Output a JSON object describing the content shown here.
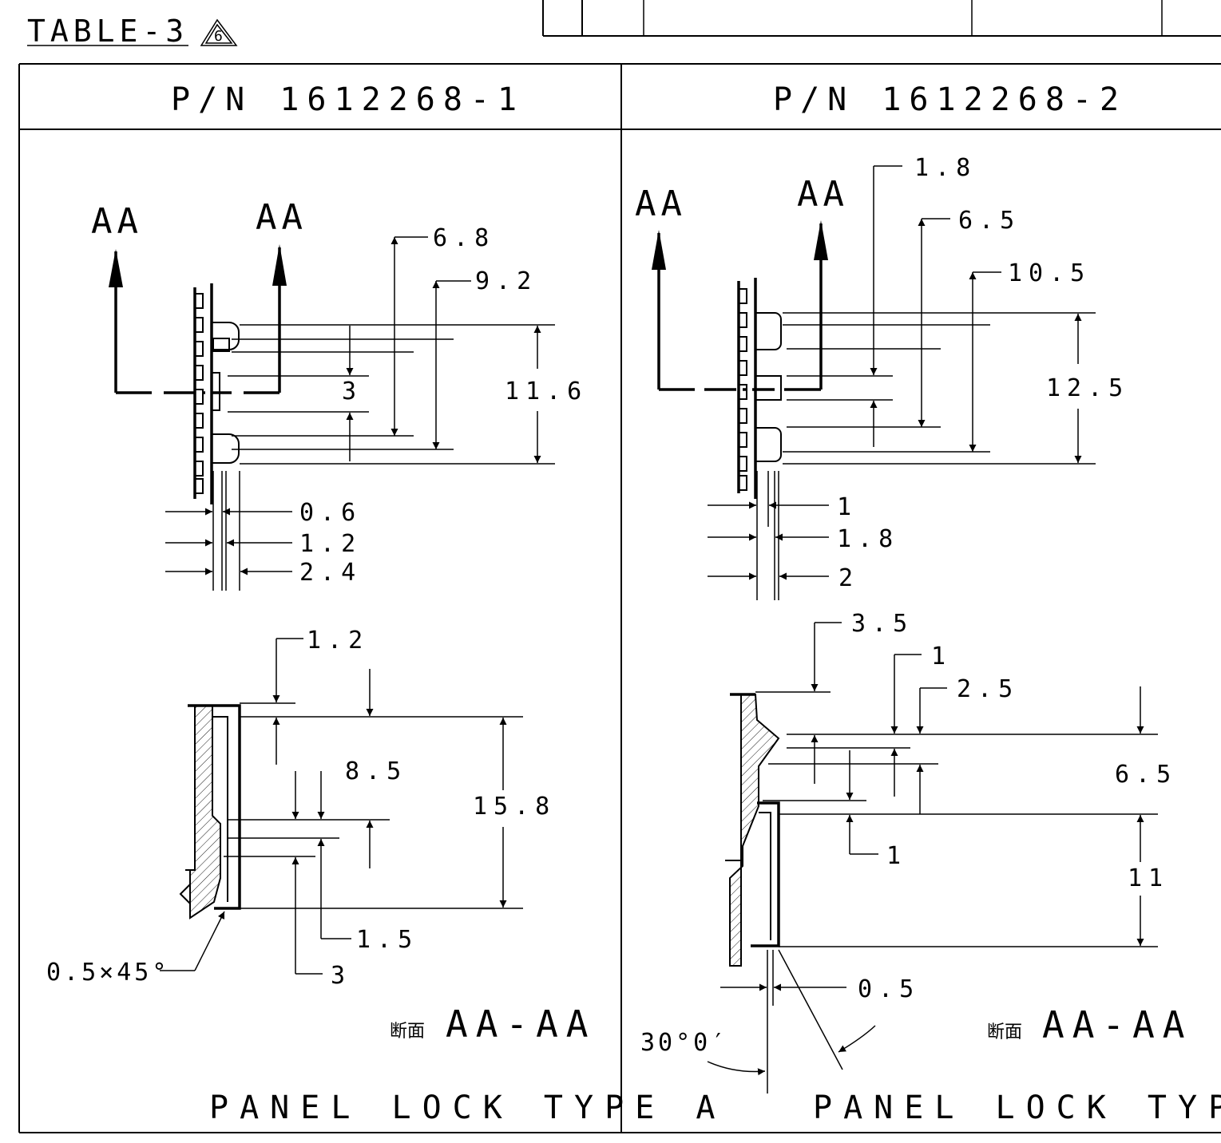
{
  "table_label": "TABLE-3",
  "revision_mark": "6",
  "left_panel": {
    "part_number": "P/N 1612268-1",
    "section_marker_left": "AA",
    "section_marker_right": "AA",
    "top_view_dims": [
      "6.8",
      "9.2",
      "3",
      "11.6",
      "0.6",
      "1.2",
      "2.4"
    ],
    "section_dims": [
      "1.2",
      "8.5",
      "15.8",
      "1.5",
      "3",
      "0.5×45°"
    ],
    "section_jp": "断面",
    "section_label": "AA-AA",
    "footer": "PANEL LOCK TYPE A"
  },
  "right_panel": {
    "part_number": "P/N 1612268-2",
    "section_marker_left": "AA",
    "section_marker_right": "AA",
    "top_view_dims": [
      "1.8",
      "6.5",
      "10.5",
      "12.5",
      "1",
      "1.8",
      "2"
    ],
    "section_dims": [
      "3.5",
      "1",
      "2.5",
      "6.5",
      "1",
      "11",
      "0.5",
      "30°0′"
    ],
    "section_jp": "断面",
    "section_label": "AA-AA",
    "footer": "PANEL LOCK TYPE B"
  }
}
